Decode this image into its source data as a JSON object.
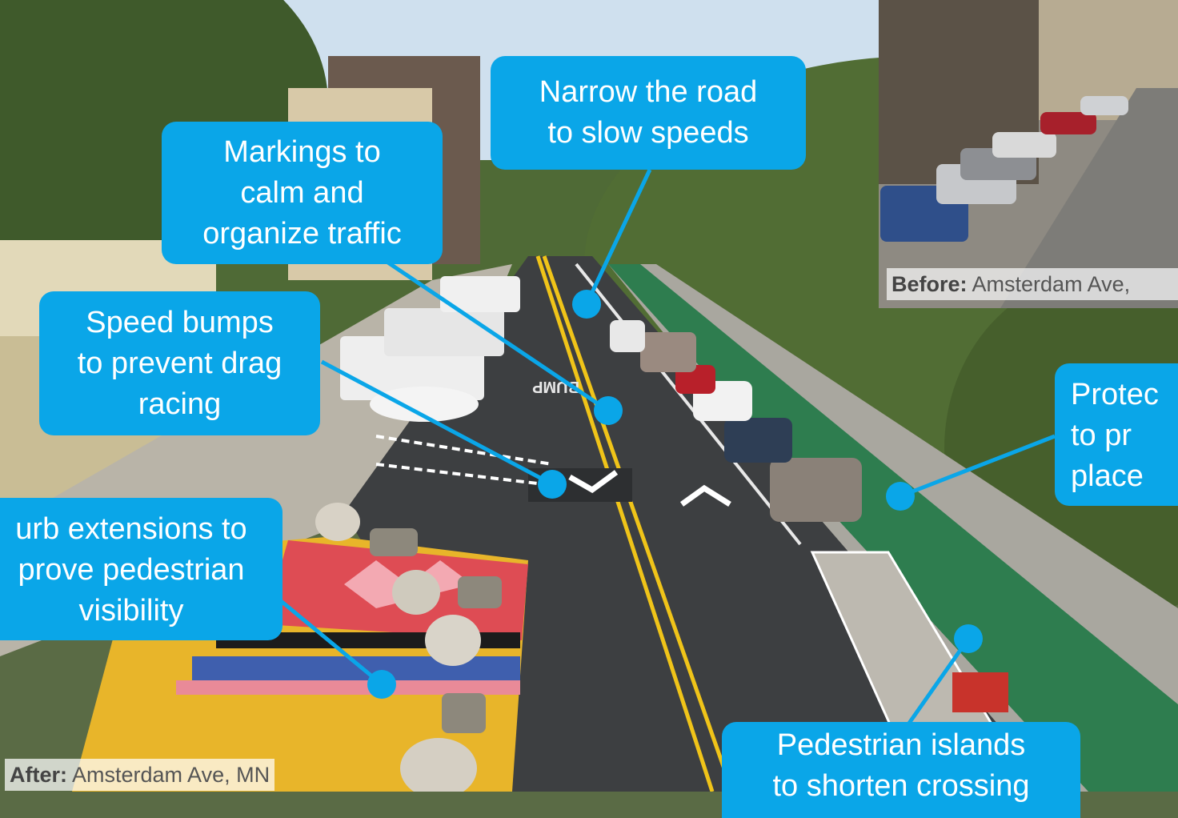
{
  "colors": {
    "callout": "#0aa6e8",
    "leader": "#0aa6e8",
    "bike_lane": "#2e7d4f",
    "yellow_line": "#f0c419"
  },
  "inset_caption": {
    "label": "Before:",
    "text": "Amsterdam Ave,"
  },
  "main_caption": {
    "label": "After:",
    "text": "Amsterdam Ave, MN"
  },
  "callouts": {
    "narrow_road": "Narrow the road\nto slow speeds",
    "markings": "Markings to\ncalm and\norganize traffic",
    "speed_bumps": "Speed bumps\nto prevent drag\nracing",
    "curb_extensions": "urb extensions to\nprove pedestrian\nvisibility",
    "protected_lane": "Protec\nto pr\nplace",
    "pedestrian_islands": "Pedestrian islands\nto shorten crossing"
  },
  "road_text": {
    "bump": "BUMP"
  }
}
